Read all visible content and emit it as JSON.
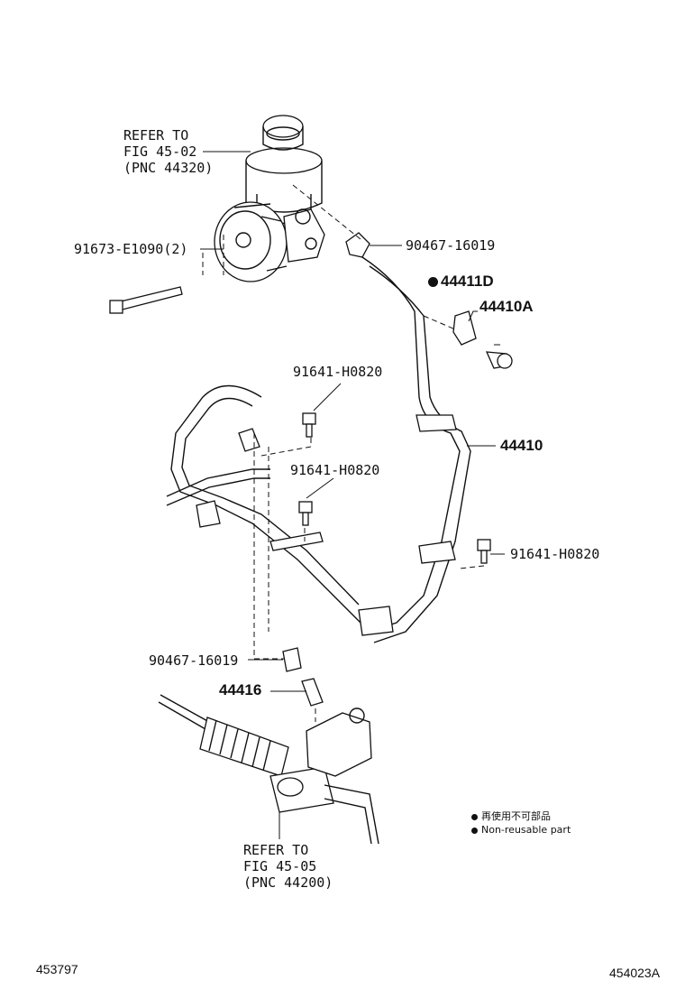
{
  "labels": {
    "refer_top_1": "REFER TO",
    "refer_top_2": "FIG 45-02",
    "refer_top_3": "(PNC 44320)",
    "bolt_pump": "91673-E1090(2)",
    "clamp_top": "90467-16019",
    "part_44411d": "44411D",
    "part_44410a": "44410A",
    "bolt_a": "91641-H0820",
    "bolt_b": "91641-H0820",
    "bolt_c": "91641-H0820",
    "hose_44410": "44410",
    "clamp_bottom": "90467-16019",
    "union_44416": "44416",
    "refer_bot_1": "REFER TO",
    "refer_bot_2": "FIG 45-05",
    "refer_bot_3": "(PNC 44200)"
  },
  "legend": {
    "line1": "再使用不可部品",
    "line2": "Non-reusable part"
  },
  "footer": {
    "left_code": "453797",
    "right_code": "454023A"
  }
}
